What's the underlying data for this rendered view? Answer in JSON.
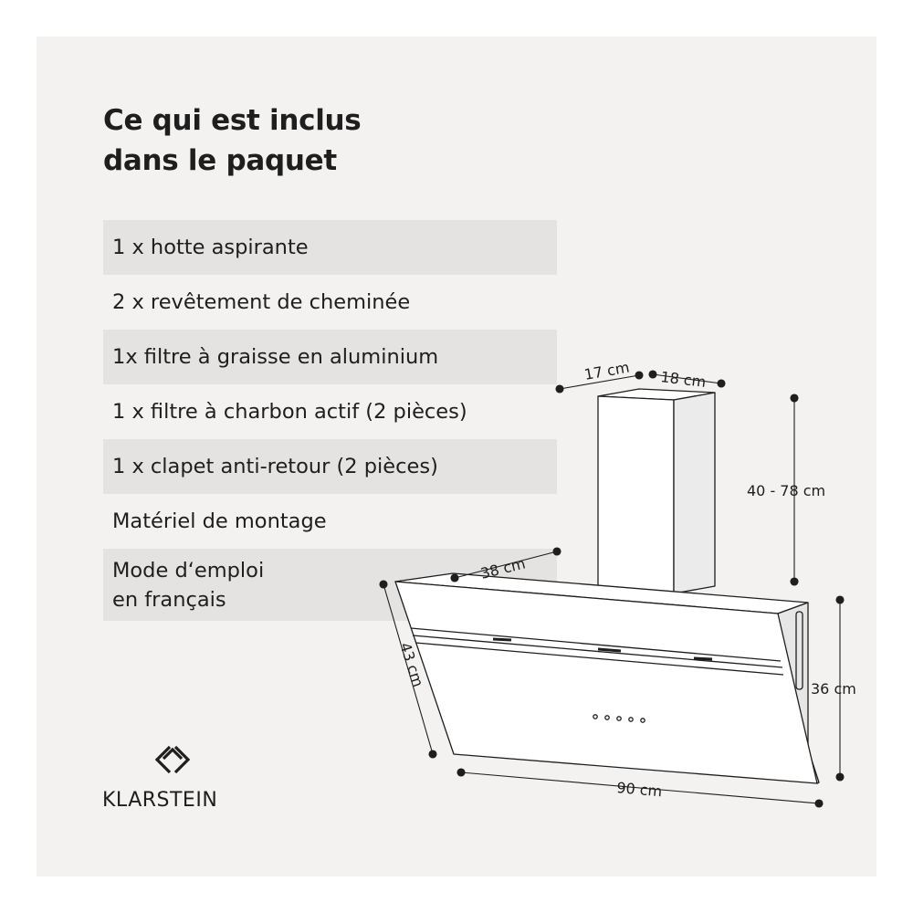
{
  "title": {
    "line1": "Ce qui est inclus",
    "line2": "dans le paquet"
  },
  "items": [
    "1 x hotte aspirante",
    "2 x revêtement de cheminée",
    "1x filtre à graisse en aluminium",
    "1 x filtre à charbon actif (2 pièces)",
    "1 x clapet anti-retour (2 pièces)",
    "Matériel de montage"
  ],
  "last_item": {
    "line1": "Mode d‘emploi",
    "line2": "en français"
  },
  "dimensions": {
    "chimney_depth": "17 cm",
    "chimney_width": "18 cm",
    "chimney_height": "40 - 78 cm",
    "hood_depth": "38 cm",
    "hood_panel": "43 cm",
    "hood_height": "36 cm",
    "hood_width": "90 cm"
  },
  "brand": {
    "name": "KLARSTEIN",
    "logo_icon": "klarstein-diamond-icon"
  },
  "colors": {
    "background": "#f3f2f1",
    "row_shade": "#e4e3e2",
    "text": "#1e1e1e"
  }
}
